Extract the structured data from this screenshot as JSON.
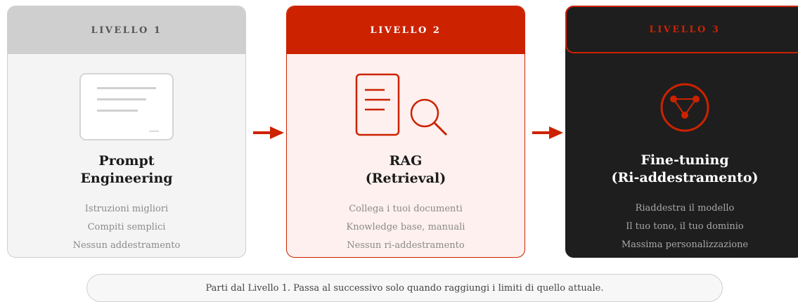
{
  "levels": [
    {
      "header": "LIVELLO 1",
      "title_line1": "Prompt",
      "title_line2": "Engineering",
      "lines": [
        "Istruzioni migliori",
        "Compiti semplici",
        "Nessun addestramento"
      ],
      "icon": "document-card-icon"
    },
    {
      "header": "LIVELLO 2",
      "title_line1": "RAG",
      "title_line2": "(Retrieval)",
      "lines": [
        "Collega i tuoi documenti",
        "Knowledge base, manuali",
        "Nessun ri-addestramento"
      ],
      "icon": "document-search-icon"
    },
    {
      "header": "LIVELLO 3",
      "title_line1": "Fine-tuning",
      "title_line2": "(Ri-addestramento)",
      "lines": [
        "Riaddestra il modello",
        "Il tuo tono, il tuo dominio",
        "Massima personalizzazione"
      ],
      "icon": "network-circle-icon"
    }
  ],
  "footer": "Parti dal Livello 1. Passa al successivo solo quando raggiungi i limiti di quello attuale.",
  "colors": {
    "accent": "#cc2200",
    "grey": "#cfcfcf",
    "dark": "#1e1e1e"
  }
}
